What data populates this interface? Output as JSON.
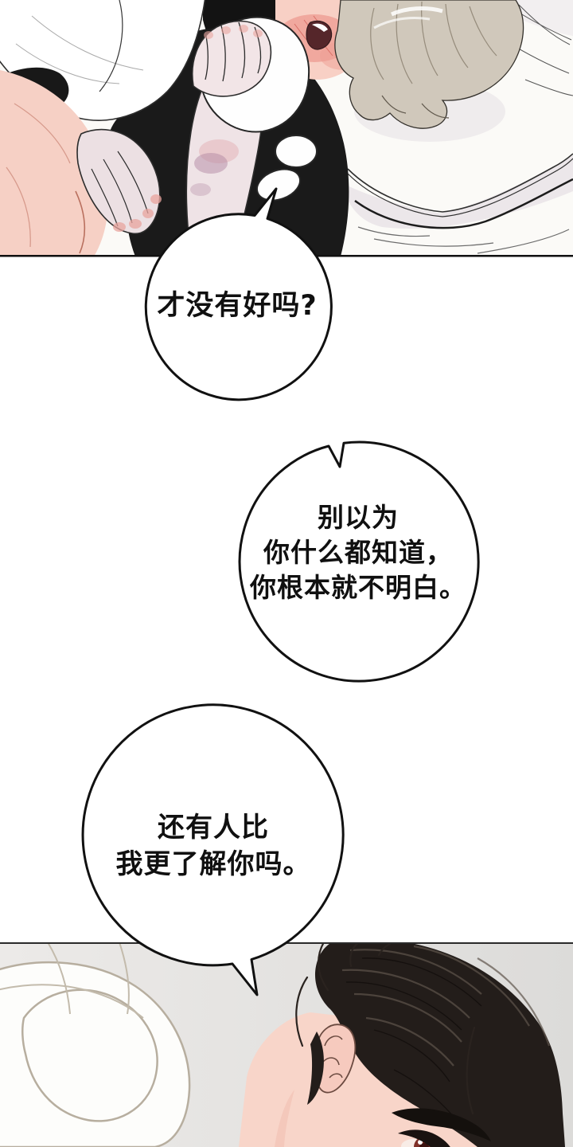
{
  "bubbles": [
    {
      "name": "bubble-1",
      "lines": [
        "才没有好吗?"
      ]
    },
    {
      "name": "bubble-2",
      "lines": [
        "别以为",
        "你什么都知道，",
        "你根本就不明白。"
      ]
    },
    {
      "name": "bubble-3",
      "lines": [
        "还有人比",
        "我更了解你吗。"
      ]
    }
  ],
  "colors": {
    "page_bg": "#ffffff",
    "bubble_fill": "#ffffff",
    "bubble_stroke": "#111111",
    "panel_border": "#101010",
    "bottom_panel_bg": "#e6e5e3",
    "black_garment": "#1a1a1a",
    "skin": "#f6d0c5",
    "blush": "#ee9d94",
    "gray_hair": "#d0c8bb",
    "dark_hair": "#231d1a",
    "eye_red": "#802f27",
    "bruise": "#b48aa4",
    "sleeve_outline_tan": "#b7ae9f"
  }
}
